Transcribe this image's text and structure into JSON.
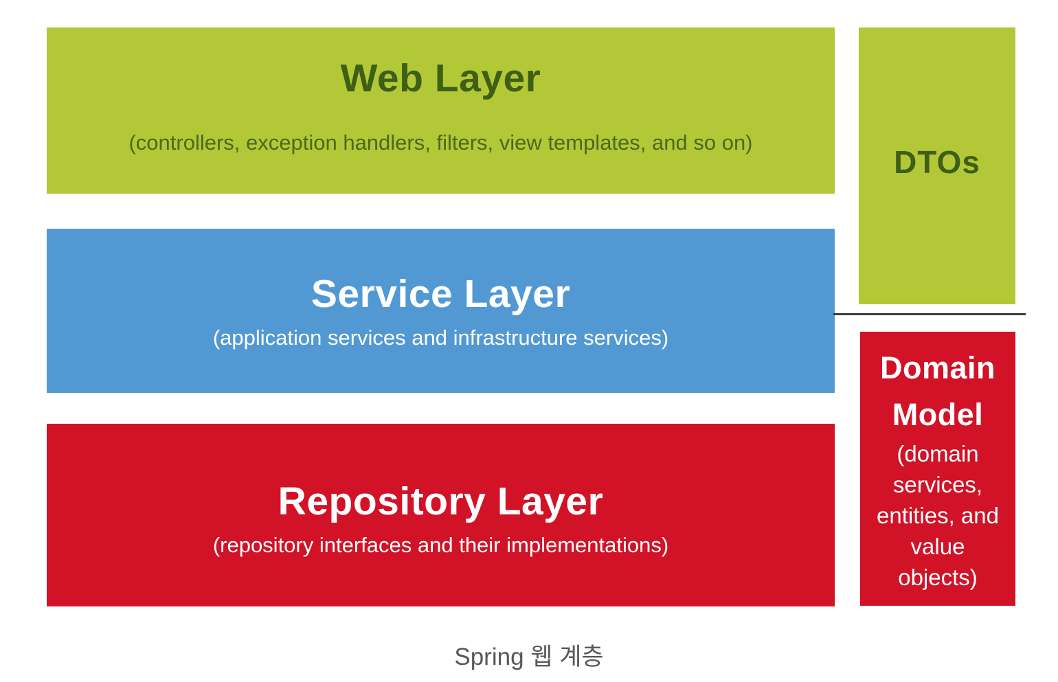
{
  "colors": {
    "green": "#b2c837",
    "green_title_text": "#3e5f15",
    "green_sub_text": "#4a6a1e",
    "blue": "#5299d3",
    "red": "#d11227",
    "white_text": "#ffffff",
    "divider": "#3d3d3d",
    "caption_text": "#57585a"
  },
  "layers": {
    "web": {
      "title": "Web Layer",
      "subtitle": "(controllers, exception handlers, filters, view templates, and so on)"
    },
    "service": {
      "title": "Service Layer",
      "subtitle": "(application services and infrastructure services)"
    },
    "repository": {
      "title": "Repository Layer",
      "subtitle": "(repository interfaces and their implementations)"
    }
  },
  "side": {
    "dtos": {
      "title": "DTOs"
    },
    "domain_model": {
      "title": "Domain Model",
      "subtitle": "(domain services, entities, and value objects)"
    }
  },
  "caption": "Spring 웹 계층"
}
